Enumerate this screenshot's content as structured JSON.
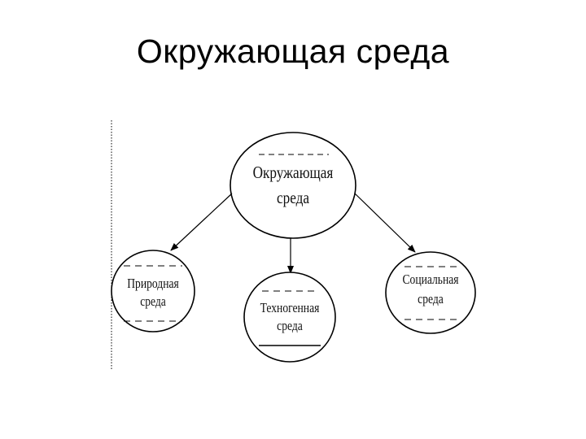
{
  "slide": {
    "title": "Окружающая среда"
  },
  "diagram": {
    "root": {
      "line1": "Окружающая",
      "line2": "среда"
    },
    "children": [
      {
        "id": "natural",
        "line1": "Природная",
        "line2": "среда"
      },
      {
        "id": "technogenic",
        "line1": "Техногенная",
        "line2": "среда"
      },
      {
        "id": "social",
        "line1": "Социальная",
        "line2": "среда"
      }
    ]
  },
  "colors": {
    "stroke": "#000000",
    "background": "#ffffff"
  }
}
